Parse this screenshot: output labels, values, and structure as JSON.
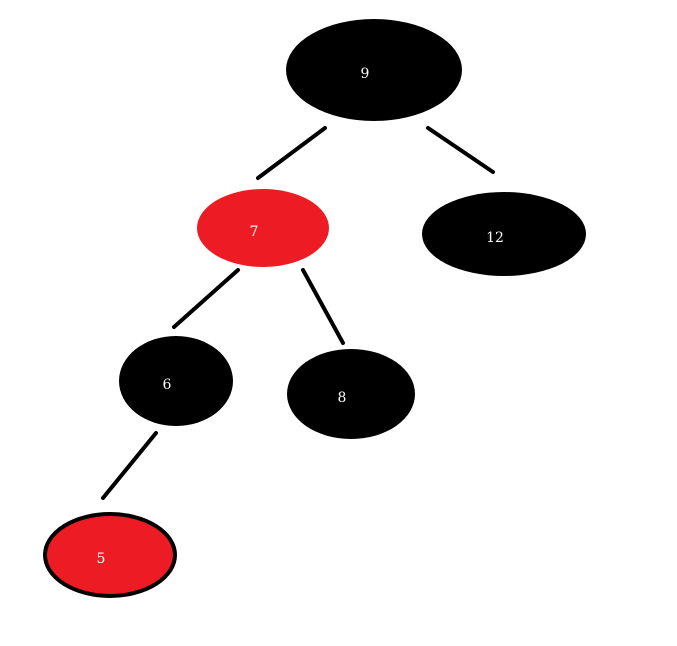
{
  "tree": {
    "colors": {
      "black": "#000000",
      "red": "#ED1C24",
      "label": "#FFFFFF",
      "edge": "#000000",
      "background": "#FFFFFF"
    },
    "nodes": [
      {
        "id": "n9",
        "key": "9",
        "color": "black"
      },
      {
        "id": "n7",
        "key": "7",
        "color": "red"
      },
      {
        "id": "n12",
        "key": "12",
        "color": "black"
      },
      {
        "id": "n6",
        "key": "6",
        "color": "black"
      },
      {
        "id": "n8",
        "key": "8",
        "color": "black"
      },
      {
        "id": "n5",
        "key": "5",
        "color": "red",
        "outlined": true
      }
    ],
    "edges": [
      {
        "from": "n9",
        "to": "n7"
      },
      {
        "from": "n9",
        "to": "n12"
      },
      {
        "from": "n7",
        "to": "n6"
      },
      {
        "from": "n7",
        "to": "n8"
      },
      {
        "from": "n6",
        "to": "n5"
      }
    ]
  }
}
